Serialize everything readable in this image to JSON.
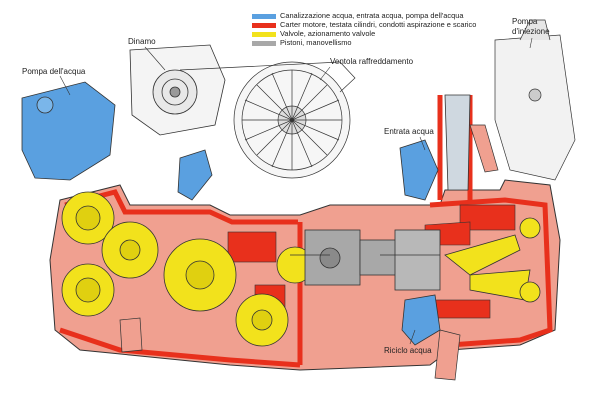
{
  "legend": [
    {
      "label": "Canalizzazione acqua, entrata acqua, pompa dell'acqua",
      "color": "#5aa0e0"
    },
    {
      "label": "Carter motore, testata cilindri, condotti aspirazione e scarico",
      "color": "#e8301c"
    },
    {
      "label": "Valvole, azionamento valvole",
      "color": "#f2e21c"
    },
    {
      "label": "Pistoni, manovellismo",
      "color": "#a8a8a8"
    }
  ],
  "labels": {
    "pompa_acqua": "Pompa dell'acqua",
    "dinamo": "Dinamo",
    "ventola": "Ventola raffreddamento",
    "entrata_acqua": "Entrata acqua",
    "pompa_iniezione_1": "Pompa",
    "pompa_iniezione_2": "d'iniezione",
    "riciclo_acqua": "Riciclo acqua"
  },
  "colors": {
    "water": "#5aa0e0",
    "case": "#e8301c",
    "valves": "#f2e21c",
    "pistons": "#a8a8a8",
    "salmon": "#f0a090",
    "line": "#333333"
  }
}
